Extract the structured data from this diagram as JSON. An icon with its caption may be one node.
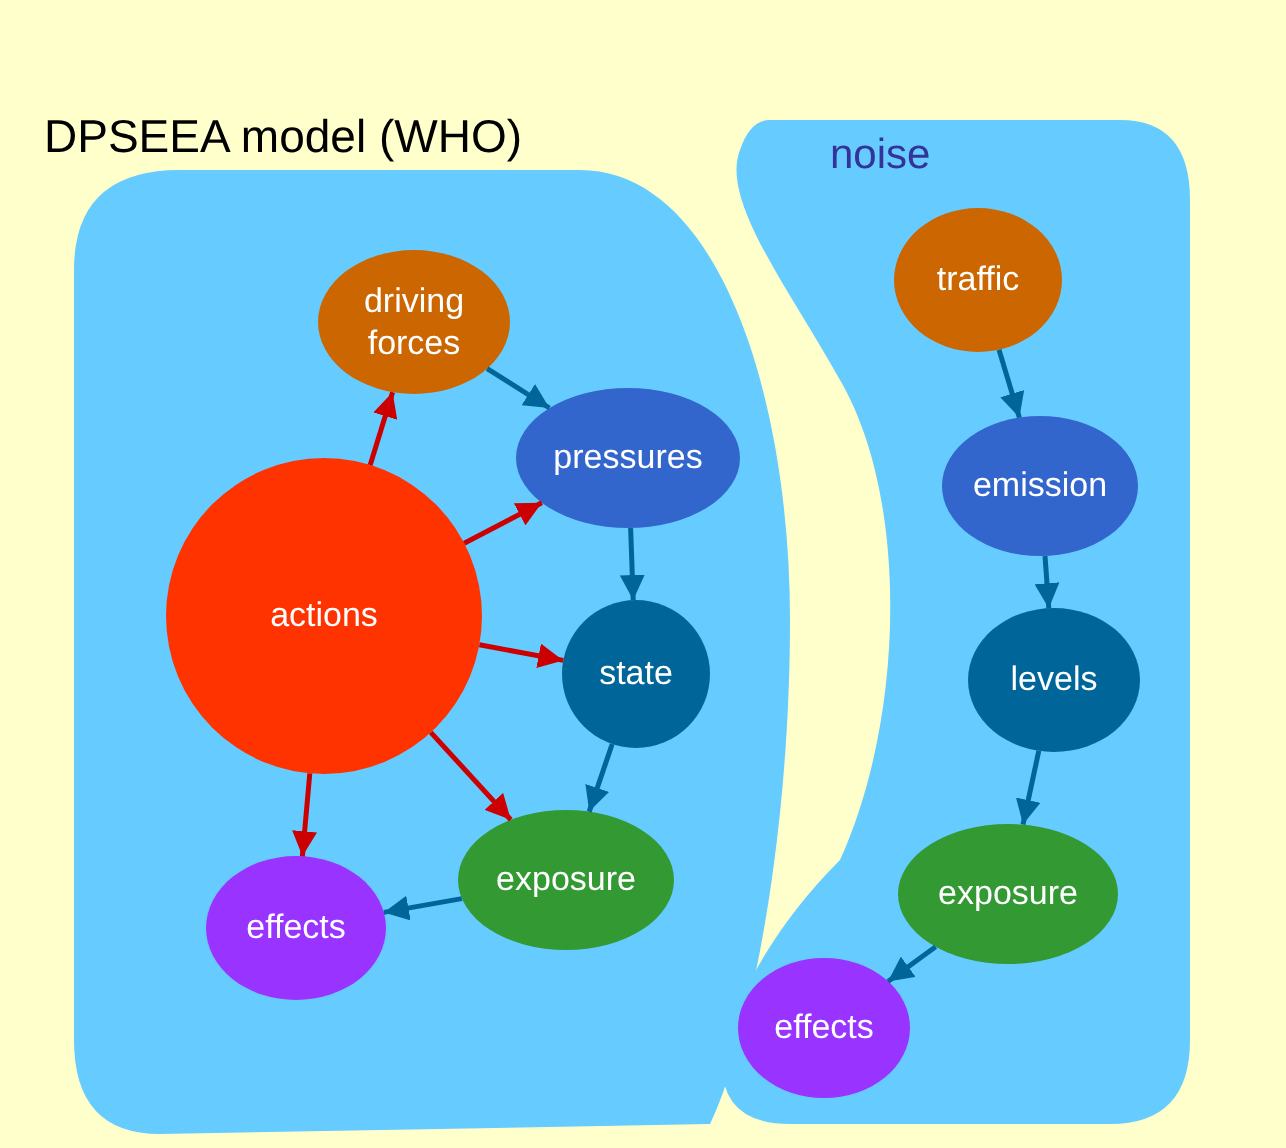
{
  "diagram": {
    "title": "DPSEEA model (WHO)",
    "nodes": [
      {
        "text": [],
        "shape": "box"
      },
      {
        "text": [
          "driving forces"
        ],
        "in": 0
      },
      {
        "text": [
          "pressures"
        ],
        "in": 0
      },
      {
        "text": [
          "actions"
        ],
        "in": 0
      },
      {
        "text": [
          "state"
        ],
        "in": 0
      },
      {
        "text": [
          "exposure"
        ],
        "in": 0
      },
      {
        "text": [
          "effects"
        ],
        "in": 0
      },
      {
        "text": [
          "noise"
        ]
      },
      {
        "text": [
          "traffic"
        ],
        "in": 7
      },
      {
        "text": [
          "emission"
        ],
        "in": 7
      },
      {
        "text": [
          "levels"
        ],
        "in": 7
      },
      {
        "text": [
          "exposure"
        ],
        "in": 7
      },
      {
        "text": [
          "effects"
        ],
        "in": 7
      }
    ],
    "edges": [
      {
        "from": 3,
        "to": 1,
        "arrow": "to",
        "color": "#cc0000"
      },
      {
        "from": 3,
        "to": 2,
        "arrow": "to",
        "color": "#cc0000"
      },
      {
        "from": 3,
        "to": 4,
        "arrow": "to",
        "color": "#cc0000"
      },
      {
        "from": 3,
        "to": 5,
        "arrow": "to",
        "color": "#cc0000"
      },
      {
        "from": 3,
        "to": 6,
        "arrow": "to",
        "color": "#cc0000"
      },
      {
        "from": 1,
        "to": 2,
        "arrow": "to"
      },
      {
        "from": 2,
        "to": 4,
        "arrow": "to"
      },
      {
        "from": 4,
        "to": 5,
        "arrow": "to"
      },
      {
        "from": 5,
        "to": 6,
        "arrow": "to"
      },
      {
        "from": 8,
        "to": 9,
        "arrow": "to"
      },
      {
        "from": 9,
        "to": 10,
        "arrow": "to"
      },
      {
        "from": 10,
        "to": 11,
        "arrow": "to"
      },
      {
        "from": 11,
        "to": 12,
        "arrow": "to"
      }
    ]
  }
}
